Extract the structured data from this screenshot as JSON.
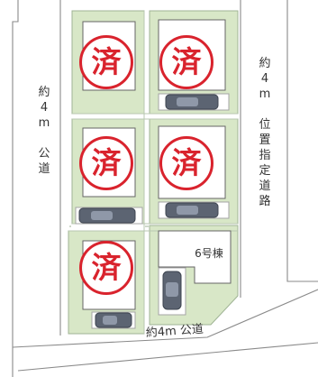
{
  "roads": {
    "west_label": "約\n4\nm\n\n公\n道",
    "east_label": "約\n4\nm\n\n位\n置\n指\n定\n道\n路",
    "south_label": "約4m  公道"
  },
  "units": {
    "unit6_label": "6号棟"
  },
  "sold_marks": [
    {
      "text": "済"
    },
    {
      "text": "済"
    },
    {
      "text": "済"
    },
    {
      "text": "済"
    },
    {
      "text": "済"
    }
  ],
  "colors": {
    "lot_green": "#d8e7c7",
    "lot_green_light": "#e4eed6",
    "stamp_red": "#d9232d",
    "road_white": "#ffffff",
    "outline": "#8fa38e"
  }
}
